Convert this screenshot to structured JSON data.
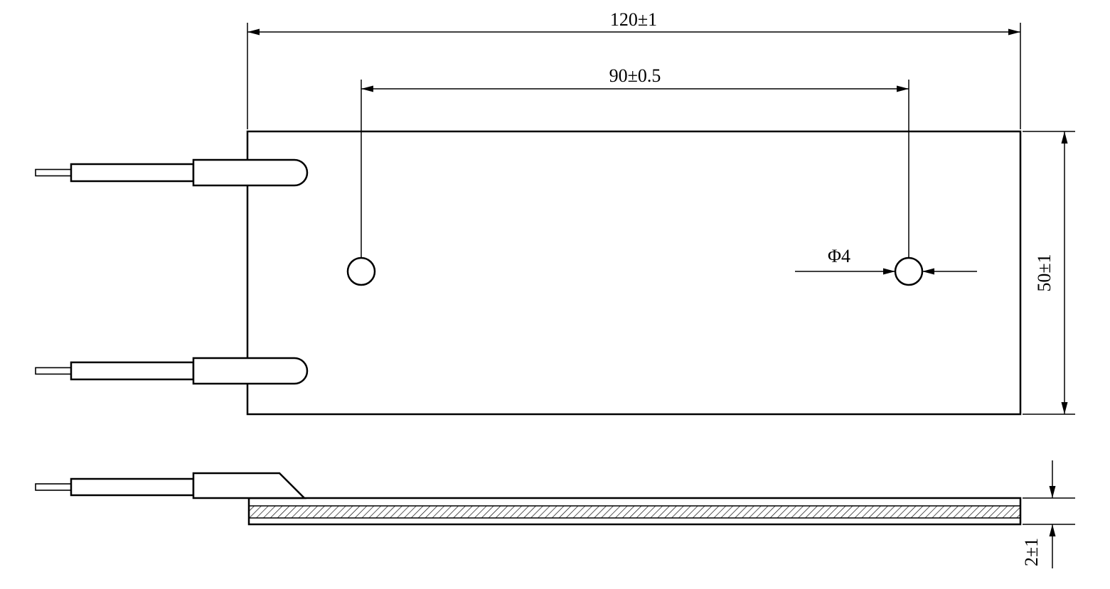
{
  "drawing": {
    "type": "engineering-drawing",
    "colors": {
      "background": "#ffffff",
      "line": "#000000"
    },
    "dimensions": {
      "overall_width": "120±1",
      "hole_spacing": "90±0.5",
      "hole_diameter": "Φ4",
      "plate_height": "50±1",
      "plate_thickness": "2±1"
    }
  }
}
